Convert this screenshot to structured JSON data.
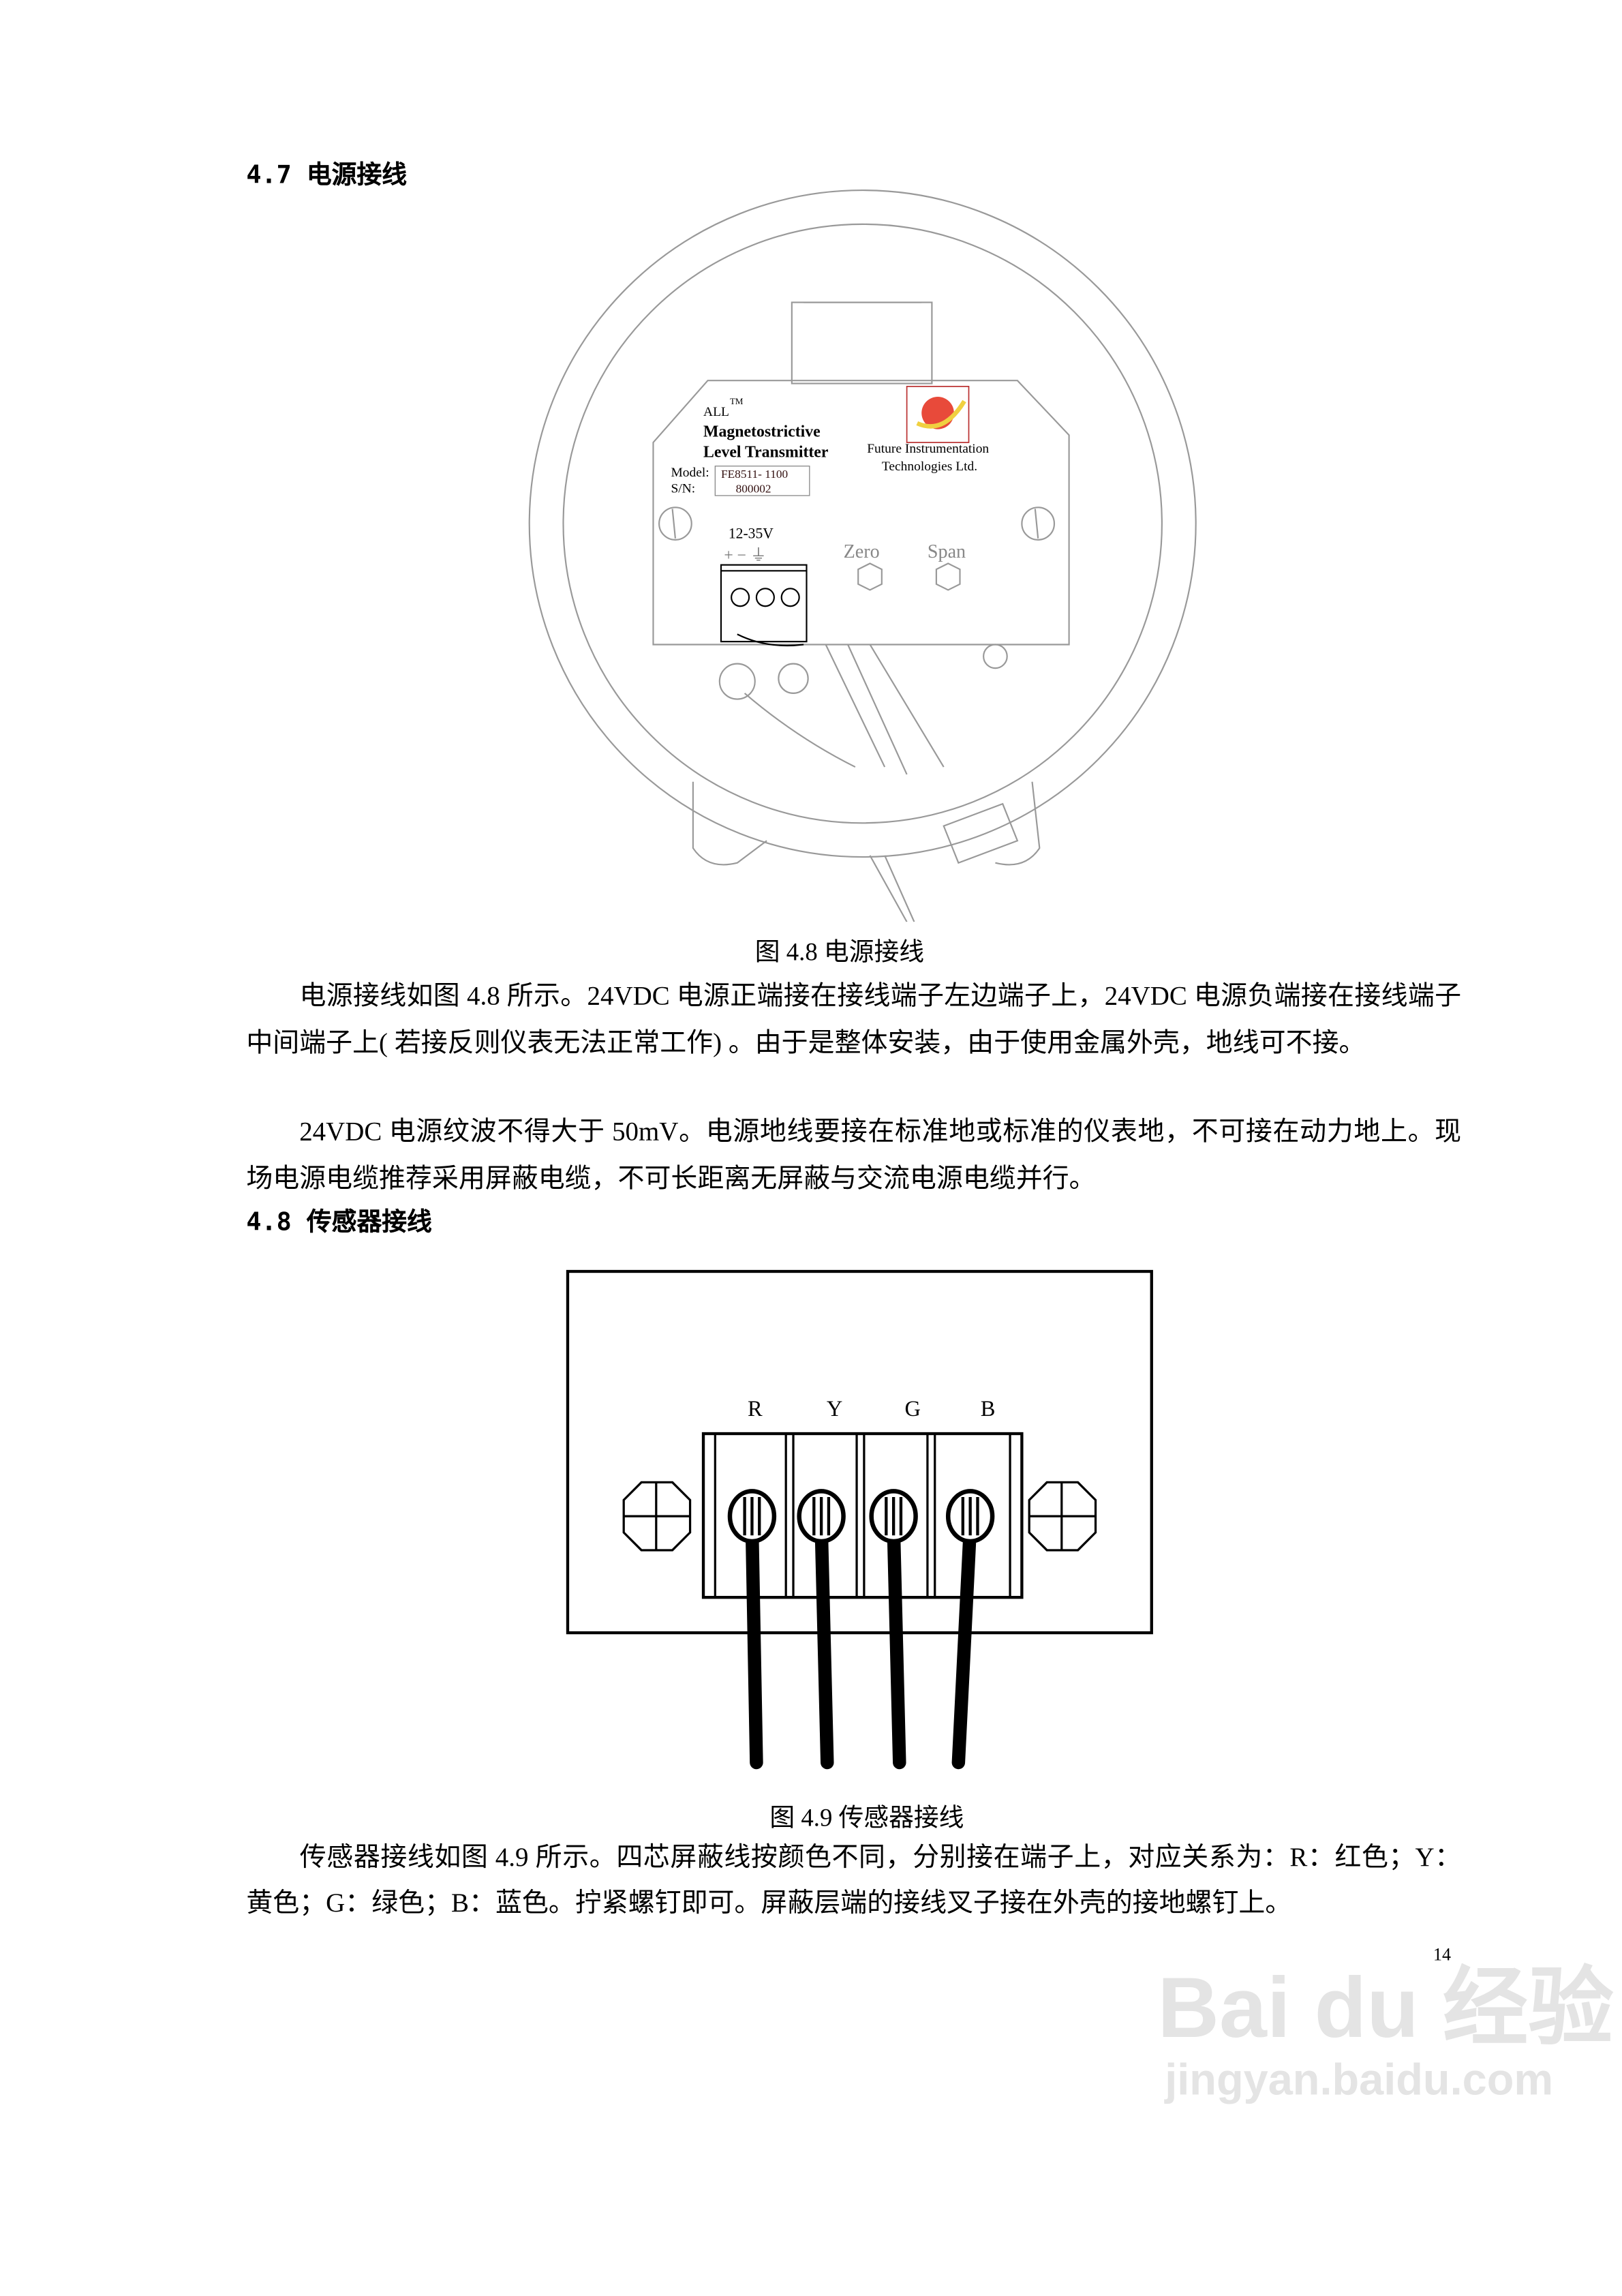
{
  "section_47": {
    "heading": "4.7 电源接线"
  },
  "figure_48": {
    "caption": "图 4.8  电源接线",
    "label": {
      "brand": "ALL",
      "tm": "TM",
      "product_line1": "Magnetostrictive",
      "product_line2": "Level Transmitter",
      "model_label": "Model:",
      "model_value": "FE8511- 1100",
      "sn_label": "S/N:",
      "sn_value": "800002",
      "company_line1": "Future Instrumentation",
      "company_line2": "Technologies Ltd.",
      "voltage": "12-35V",
      "terminal_symbols": "+ − ⏚",
      "zero": "Zero",
      "span": "Span"
    }
  },
  "para_power": {
    "p1": "电源接线如图 4.8 所示。24VDC 电源正端接在接线端子左边端子上，24VDC 电源负端接在接线端子中间端子上( 若接反则仪表无法正常工作) 。由于是整体安装，由于使用金属外壳，地线可不接。",
    "p2": "24VDC 电源纹波不得大于 50mV。电源地线要接在标准地或标准的仪表地，不可接在动力地上。现场电源电缆推荐采用屏蔽电缆，不可长距离无屏蔽与交流电源电缆并行。"
  },
  "section_48": {
    "heading": "4.8 传感器接线"
  },
  "figure_49": {
    "caption": "图 4.9 传感器接线",
    "terminals": [
      "R",
      "Y",
      "G",
      "B"
    ]
  },
  "para_sensor": {
    "p1": "传感器接线如图 4.9 所示。四芯屏蔽线按颜色不同，分别接在端子上，对应关系为：R：红色；Y：黄色；G：绿色；B：蓝色。拧紧螺钉即可。屏蔽层端的接线叉子接在外壳的接地螺钉上。"
  },
  "page_number": "14",
  "watermark": {
    "line1": "Bai du 经验",
    "line2": "jingyan.baidu.com"
  }
}
